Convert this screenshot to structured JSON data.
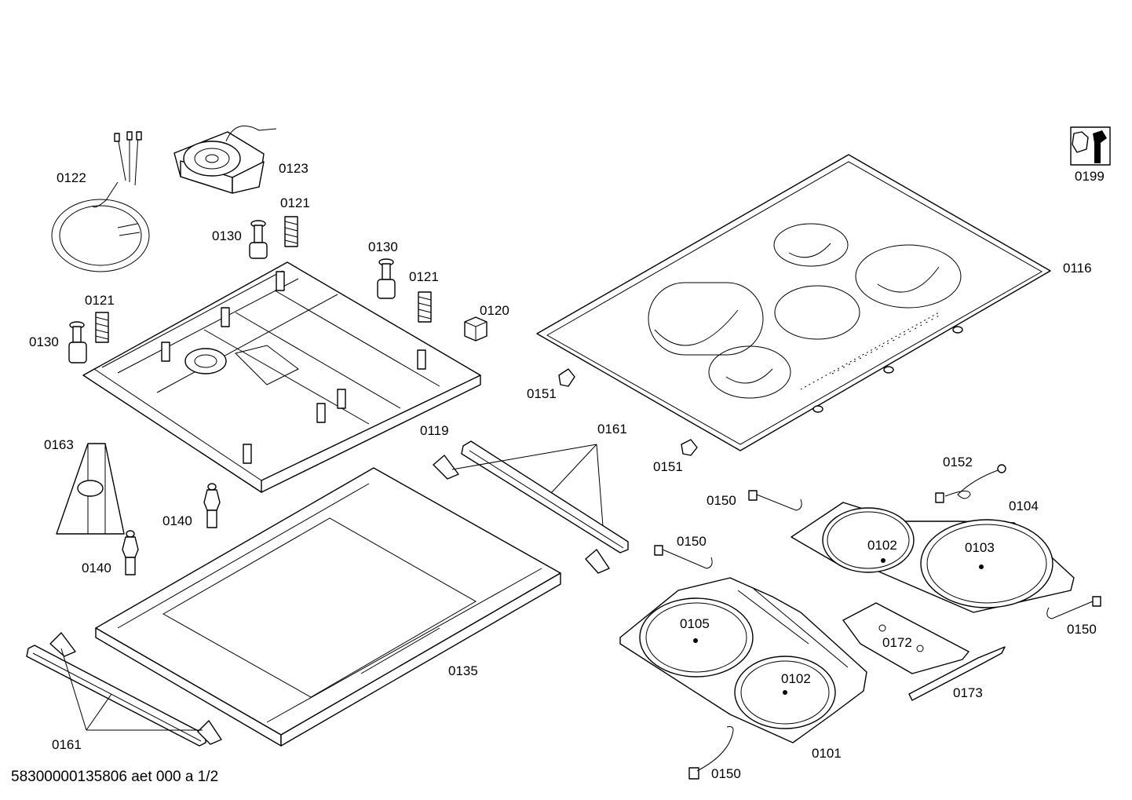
{
  "document_id": "58300000135806 aet 000 a 1/2",
  "labels": {
    "l0122": "0122",
    "l0123": "0123",
    "l0121a": "0121",
    "l0121b": "0121",
    "l0121c": "0121",
    "l0130a": "0130",
    "l0130b": "0130",
    "l0130c": "0130",
    "l0120": "0120",
    "l0116": "0116",
    "l0199": "0199",
    "l0151a": "0151",
    "l0151b": "0151",
    "l0119": "0119",
    "l0161a": "0161",
    "l0161b": "0161",
    "l0163": "0163",
    "l0140a": "0140",
    "l0140b": "0140",
    "l0135": "0135",
    "l0152": "0152",
    "l0104": "0104",
    "l0150a": "0150",
    "l0150b": "0150",
    "l0150c": "0150",
    "l0150d": "0150",
    "l0102a": "0102",
    "l0102b": "0102",
    "l0103": "0103",
    "l0105": "0105",
    "l0172": "0172",
    "l0173": "0173",
    "l0101": "0101"
  }
}
